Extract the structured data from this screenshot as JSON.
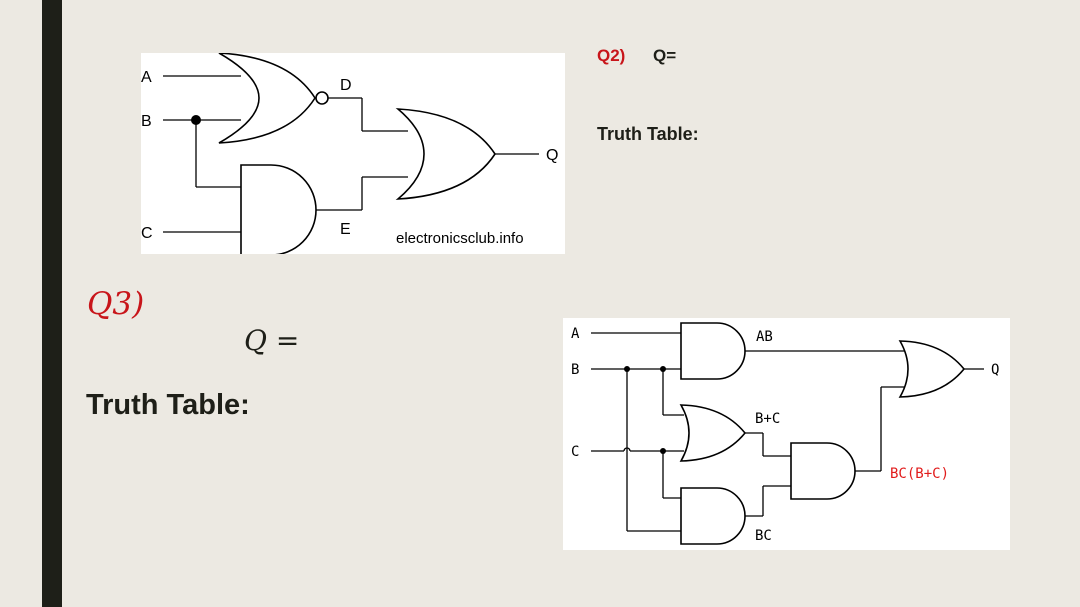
{
  "slide": {
    "q2_number": "Q2)",
    "q2_expression": "Q=",
    "q2_truth_table_label": "Truth Table:",
    "q3_number": "Q3)",
    "q3_expression": "Q =",
    "q3_truth_table_label": "Truth Table:"
  },
  "circuit1": {
    "inputs": [
      "A",
      "B",
      "C"
    ],
    "node_d": "D",
    "node_e": "E",
    "output": "Q",
    "credit": "electronicsclub.info"
  },
  "circuit2": {
    "inputs": [
      "A",
      "B",
      "C"
    ],
    "labels": [
      "AB",
      "B+C",
      "BC(B+C)",
      "BC"
    ],
    "output": "Q"
  },
  "colors": {
    "accent_red": "#c8151a",
    "diagram_red": "#e11b1b",
    "bar": "#1e1f18",
    "background": "#ece9e2"
  }
}
